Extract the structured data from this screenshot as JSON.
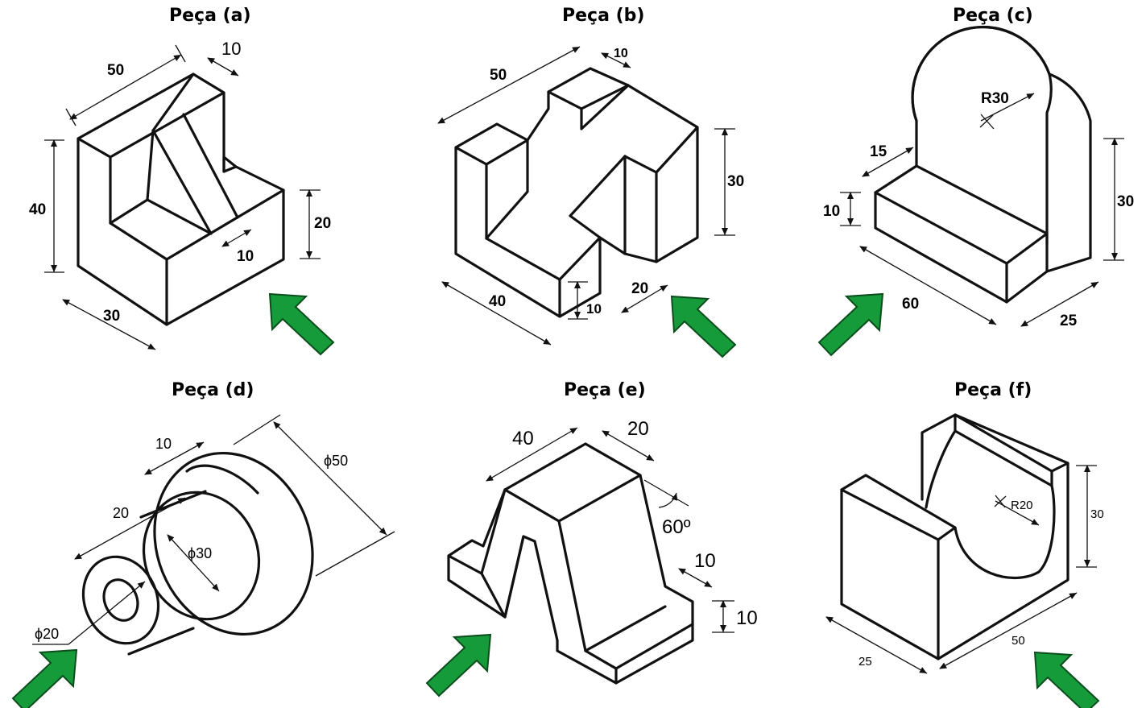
{
  "pieces": [
    {
      "id": "a",
      "title": "Peça (a)",
      "dims": [
        "50",
        "10",
        "40",
        "20",
        "10",
        "30"
      ]
    },
    {
      "id": "b",
      "title": "Peça (b)",
      "dims": [
        "50",
        "10",
        "30",
        "40",
        "10",
        "20"
      ]
    },
    {
      "id": "c",
      "title": "Peça (c)",
      "dims": [
        "R30",
        "15",
        "10",
        "30",
        "60",
        "25"
      ]
    },
    {
      "id": "d",
      "title": "Peça (d)",
      "dims": [
        "10",
        "20",
        "ϕ50",
        "ϕ30",
        "ϕ20"
      ]
    },
    {
      "id": "e",
      "title": "Peça (e)",
      "dims": [
        "40",
        "20",
        "60º",
        "10",
        "10"
      ]
    },
    {
      "id": "f",
      "title": "Peça (f)",
      "dims": [
        "R20",
        "30",
        "25",
        "50"
      ]
    }
  ],
  "arrow_color": "#169b3a"
}
